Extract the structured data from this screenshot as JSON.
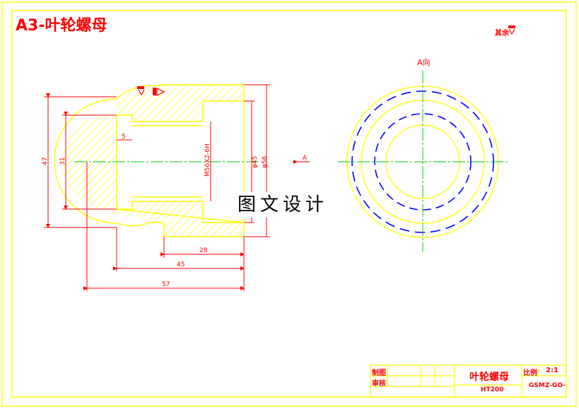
{
  "drawing_title": "A3-叶轮螺母",
  "surface_finish_note": "其余",
  "view_label": "A向",
  "section_marker": "A",
  "watermark_text": "图文设计",
  "dimensions": {
    "d47": "47",
    "d31": "31",
    "d5": "5",
    "thread": "M50X2-6H",
    "phi45": "φ45",
    "phi56": "φ56",
    "l28": "28",
    "l45": "45",
    "l57": "57"
  },
  "title_block": {
    "drawn_label": "制图",
    "checked_label": "审核",
    "part_name": "叶轮螺母",
    "material": "HT200",
    "scale_label": "比例",
    "scale_value": "2:1",
    "drawing_number": "GSMZ-GO-"
  },
  "colors": {
    "background": "#ffffff",
    "frame": "#ffff00",
    "outline": "#ffff00",
    "hatch": "#ffff00",
    "dimension": "#ff0000",
    "centerline": "#00cc00",
    "hidden": "#0000ff",
    "title_text": "#ff0000"
  }
}
